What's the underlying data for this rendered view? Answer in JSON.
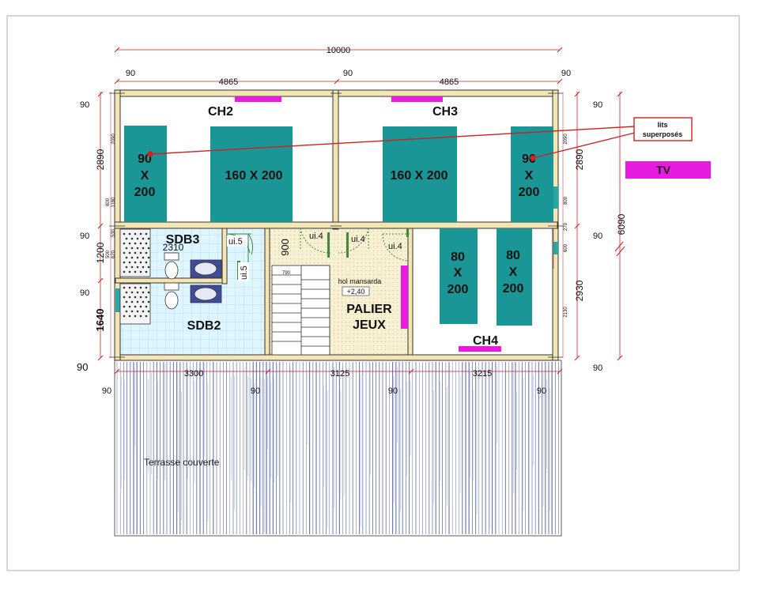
{
  "dimensions": {
    "total_width": "10000",
    "room_width_left": "4865",
    "room_width_right": "4865",
    "wall": "90",
    "height_top": "2890",
    "height_mid": "1200",
    "height_bottom": "1640",
    "height_total": "6090",
    "height_ch4": "2930",
    "width_sdb3": "2310",
    "width_stair": "900",
    "width_bottom_left": "3300",
    "width_bottom_mid": "3125",
    "width_bottom_right": "3215",
    "small_2090_a": "2090",
    "small_2090_b": "2090",
    "small_800_a": "800",
    "small_1180": "1180",
    "small_530": "530",
    "small_500": "500",
    "small_620": "620",
    "small_800_b": "800",
    "small_270": "270",
    "small_600": "600",
    "small_2130": "2130",
    "small_790": "790"
  },
  "rooms": {
    "ch2": "CH2",
    "ch3": "CH3",
    "ch4": "CH4",
    "sdb3": "SDB3",
    "sdb2": "SDB2",
    "palier_line1": "PALIER",
    "palier_line2": "JEUX",
    "hol": "hol mansarda",
    "level": "+2,40",
    "terrasse": "Terrasse couverte"
  },
  "beds": {
    "bed1": [
      "90",
      "X",
      "200"
    ],
    "bed2": "160 X 200",
    "bed3": "160 X 200",
    "bed4": [
      "90",
      "X",
      "200"
    ],
    "bed5": [
      "80",
      "X",
      "200"
    ],
    "bed6": [
      "80",
      "X",
      "200"
    ]
  },
  "doors": {
    "d1": "ui.5",
    "d2": "ui.5",
    "d3": "ui.4",
    "d4": "ui.4",
    "d5": "ui.4"
  },
  "callouts": {
    "lits_line1": "lits",
    "lits_line2": "superposés",
    "tv": "TV"
  },
  "colors": {
    "bed": "#1a9696",
    "wall": "#f4e6b4",
    "wall_stroke": "#333333",
    "dim": "#d21f1f",
    "magenta": "#e81ce0",
    "tile": "#cfeefc",
    "palier": "#f6efcc",
    "deck_line": "#5f6ea8",
    "door": "#3f8a3f"
  }
}
